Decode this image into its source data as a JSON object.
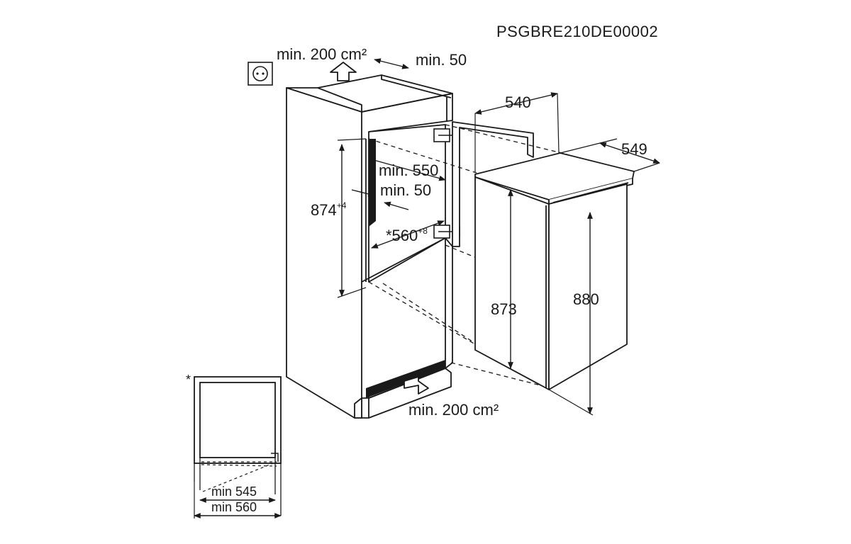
{
  "document_code": "PSGBRE210DE00002",
  "labels": {
    "vent_top": "min. 200 cm²",
    "top_gap": "min. 50",
    "cabinet_depth": "540",
    "appliance_depth": "549",
    "niche_depth": "min. 550",
    "rear_gap": "min. 50",
    "niche_height_main": "874",
    "niche_height_tol": "+4",
    "niche_width_main": "*560",
    "niche_width_tol": "+8",
    "appliance_height_body": "873",
    "appliance_height_total": "880",
    "vent_bottom": "min. 200 cm²",
    "footnote_mark": "*",
    "inner_width": "min 545",
    "outer_width": "min 560"
  },
  "colors": {
    "line": "#1a1a1a",
    "background": "#ffffff"
  },
  "icons": [
    "power-socket-icon",
    "airflow-up-arrow-icon",
    "airflow-in-arrow-icon"
  ]
}
